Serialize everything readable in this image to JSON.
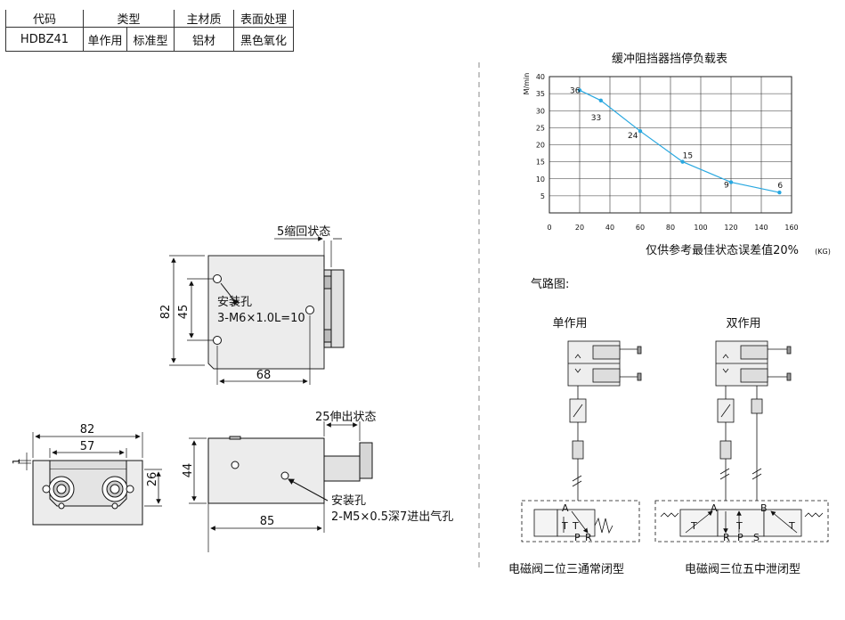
{
  "spec_table": {
    "headers": [
      "代码",
      "类型",
      "主材质",
      "表面处理"
    ],
    "row": [
      "HDBZ41",
      "单作用",
      "标准型",
      "铝材",
      "黑色氧化"
    ]
  },
  "top_view": {
    "state_label": "5缩回状态",
    "hole_label_1": "安装孔",
    "hole_label_2": "3-M6×1.0L=10",
    "dim_82": "82",
    "dim_45": "45",
    "dim_68": "68"
  },
  "end_view": {
    "dim_82": "82",
    "dim_57": "57",
    "dim_26": "26",
    "dim_1": "1"
  },
  "side_view": {
    "state_label": "25伸出状态",
    "hole_label_1": "安装孔",
    "hole_label_2": "2-M5×0.5深7进出气孔",
    "dim_44": "44",
    "dim_85": "85"
  },
  "chart": {
    "title": "缓冲阻挡器挡停负载表",
    "ylabel": "M/min",
    "note": "仅供参考最佳状态误差值20%",
    "note_unit": "(KG)"
  },
  "chart_data": {
    "type": "line",
    "title": "缓冲阻挡器挡停负载表",
    "xlabel": "",
    "ylabel": "M/min",
    "x": [
      20,
      34,
      60,
      88,
      120,
      152
    ],
    "y": [
      36,
      33,
      24,
      15,
      9,
      6
    ],
    "point_labels": [
      "36",
      "33",
      "24",
      "15",
      "9",
      "6"
    ],
    "xlim": [
      0,
      160
    ],
    "ylim": [
      0,
      40
    ],
    "xticks": [
      0,
      20,
      40,
      60,
      80,
      100,
      120,
      140,
      160
    ],
    "yticks": [
      5,
      10,
      15,
      20,
      25,
      30,
      35,
      40
    ],
    "grid": true,
    "color": "#29a8e0"
  },
  "pneumatic": {
    "heading": "气路图:",
    "single_label": "单作用",
    "double_label": "双作用",
    "valve1_caption": "电磁阀二位三通常闭型",
    "valve2_caption": "电磁阀三位五中泄闭型",
    "v1_port_a": "A",
    "v1_t1": "T",
    "v1_t2": "T",
    "v1_p": "P",
    "v1_r": "R",
    "v2_port_a": "A",
    "v2_port_b": "B",
    "v2_t1": "T",
    "v2_t2": "T",
    "v2_t3": "T",
    "v2_r": "R",
    "v2_p": "P",
    "v2_s": "S"
  }
}
